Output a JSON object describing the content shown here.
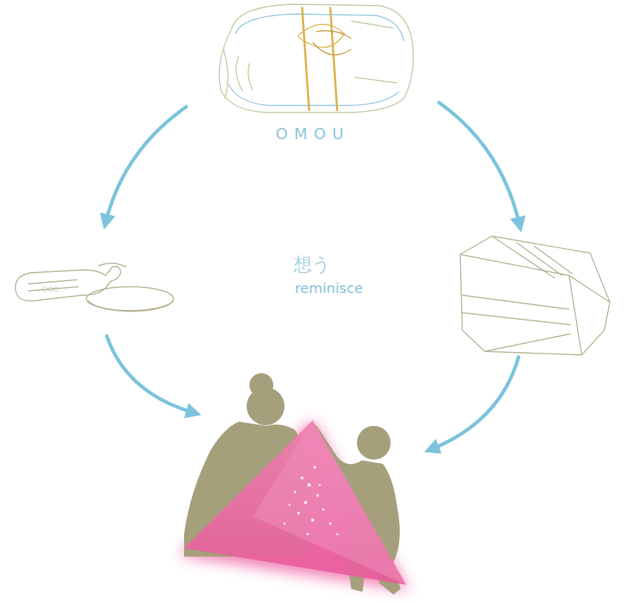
{
  "diagram": {
    "labels": [
      "OMOU",
      "想う",
      "reminisce"
    ]
  }
}
